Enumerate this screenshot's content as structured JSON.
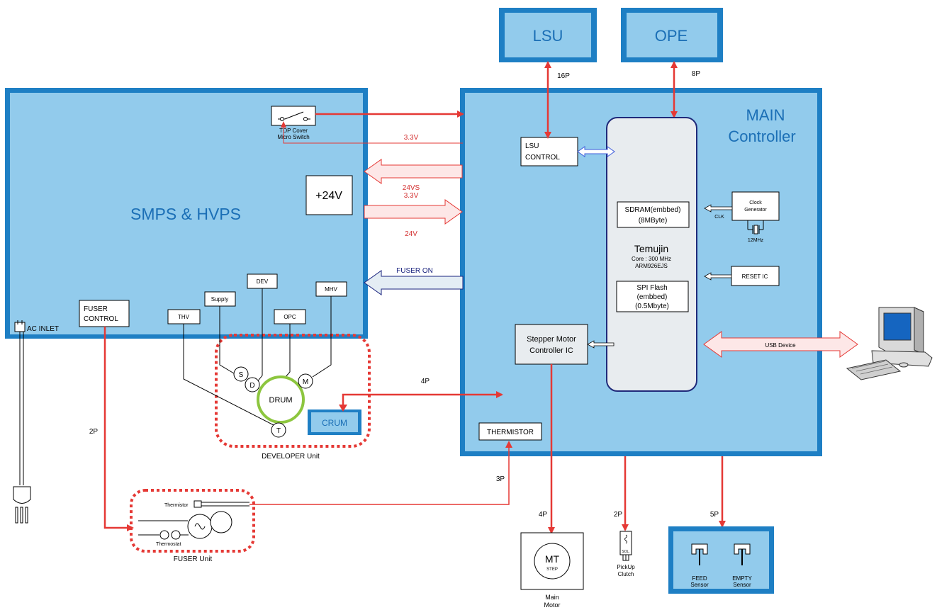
{
  "colors": {
    "panel_fill": "#92cbec",
    "panel_border": "#1e7fc4",
    "title_blue": "#1b6fb6",
    "signal_red": "#e53935",
    "label_red": "#d32f2f",
    "label_navy": "#1a237e",
    "developer_dash": "#e53935",
    "drum_green": "#8dc63f",
    "core_fill": "#e8ecef",
    "core_border": "#1f2a7a"
  },
  "blocks": {
    "smps": "SMPS & HVPS",
    "main_line1": "MAIN",
    "main_line2": "Controller",
    "lsu": "LSU",
    "ope": "OPE",
    "plus24": "+24V"
  },
  "switch": {
    "line1": "TOP Cover",
    "line2": "Micro Switch"
  },
  "power_signals": {
    "v33_top": "3.3V",
    "v24vs": "24VS",
    "v33_mid": "3.3V",
    "v24": "24V",
    "fuser_on": "FUSER ON"
  },
  "hv_outputs": {
    "supply": "Supply",
    "dev": "DEV",
    "thv": "THV",
    "opc": "OPC",
    "mhv": "MHV"
  },
  "developer": {
    "drum": "DRUM",
    "crum": "CRUM",
    "s": "S",
    "d": "D",
    "m": "M",
    "t": "T",
    "label": "DEVELOPER Unit"
  },
  "fuser_control": {
    "line1": "FUSER",
    "line2": "CONTROL"
  },
  "ac_inlet": "AC INLET",
  "fuser_unit": {
    "thermistor": "Thermistor",
    "thermostat": "Thermostat",
    "label": "FUSER Unit"
  },
  "main_blocks": {
    "lsu_control_line1": "LSU",
    "lsu_control_line2": "CONTROL",
    "stepper_line1": "Stepper Motor",
    "stepper_line2": "Controller IC",
    "thermistor": "THERMISTOR"
  },
  "soc": {
    "sdram_line1": "SDRAM(embbed)",
    "sdram_line2": "(8MByte)",
    "name": "Temujin",
    "core_line1": "Core : 300 MHz",
    "core_line2": "ARM926EJS",
    "spi_line1": "SPI Flash",
    "spi_line2": "(embbed)",
    "spi_line3": "(0.5Mbyte)"
  },
  "clock": {
    "line1": "Clock",
    "line2": "Generator",
    "clk": "CLK",
    "freq": "12MHz"
  },
  "reset_ic": "RESET IC",
  "usb": "USB Device",
  "connectors": {
    "lsu": "16P",
    "ope": "8P",
    "crum": "4P",
    "fuser": "2P",
    "thermistor": "3P",
    "motor": "4P",
    "clutch": "2P",
    "sensors": "5P"
  },
  "motor": {
    "mt": "MT",
    "step": "STEP",
    "line1": "Main",
    "line2": "Motor"
  },
  "clutch": {
    "sol": "SOL.",
    "line1": "PickUp",
    "line2": "Clutch"
  },
  "sensors": {
    "feed_line1": "FEED",
    "feed_line2": "Sensor",
    "empty_line1": "EMPTY",
    "empty_line2": "Sensor"
  }
}
